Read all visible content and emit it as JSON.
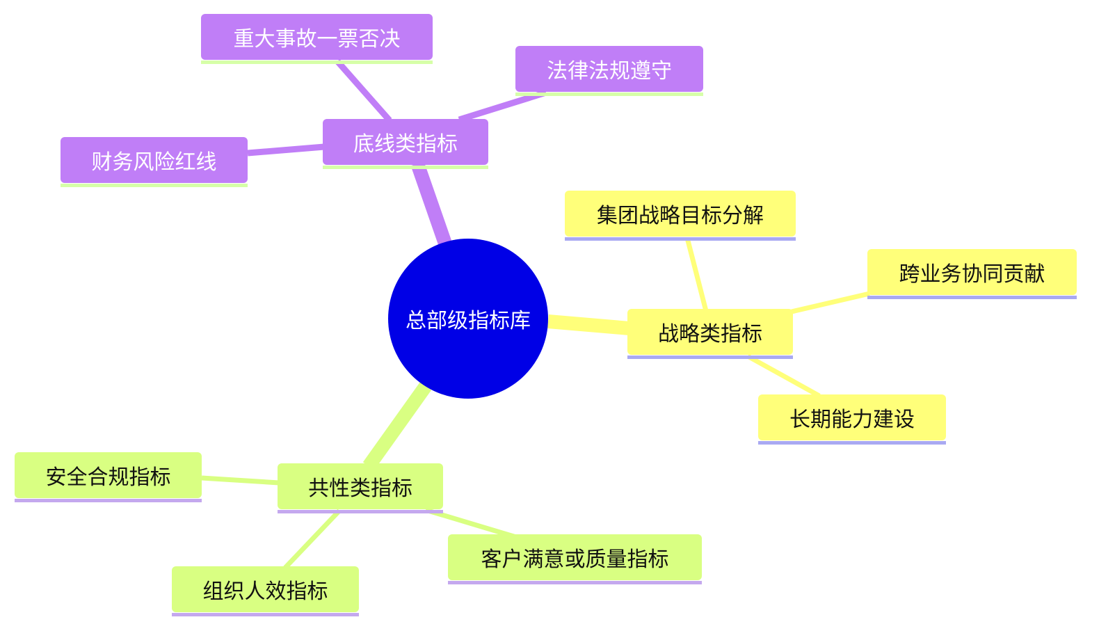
{
  "colors": {
    "root": "#0000e6",
    "purple": "#c07ef7",
    "yellow": "#ffff7a",
    "green": "#d9ff82",
    "underline_purple": "#d6ffa8",
    "underline_yellow": "#a9a9f2",
    "underline_green": "#c4a8ee"
  },
  "mindmap": {
    "root": {
      "label": "总部级指标库"
    },
    "branches": [
      {
        "id": "bottomline",
        "label": "底线类指标",
        "color": "purple",
        "children": [
          {
            "label": "重大事故一票否决"
          },
          {
            "label": "法律法规遵守"
          },
          {
            "label": "财务风险红线"
          }
        ]
      },
      {
        "id": "strategic",
        "label": "战略类指标",
        "color": "yellow",
        "children": [
          {
            "label": "集团战略目标分解"
          },
          {
            "label": "跨业务协同贡献"
          },
          {
            "label": "长期能力建设"
          }
        ]
      },
      {
        "id": "common",
        "label": "共性类指标",
        "color": "green",
        "children": [
          {
            "label": "安全合规指标"
          },
          {
            "label": "客户满意或质量指标"
          },
          {
            "label": "组织人效指标"
          }
        ]
      }
    ]
  }
}
